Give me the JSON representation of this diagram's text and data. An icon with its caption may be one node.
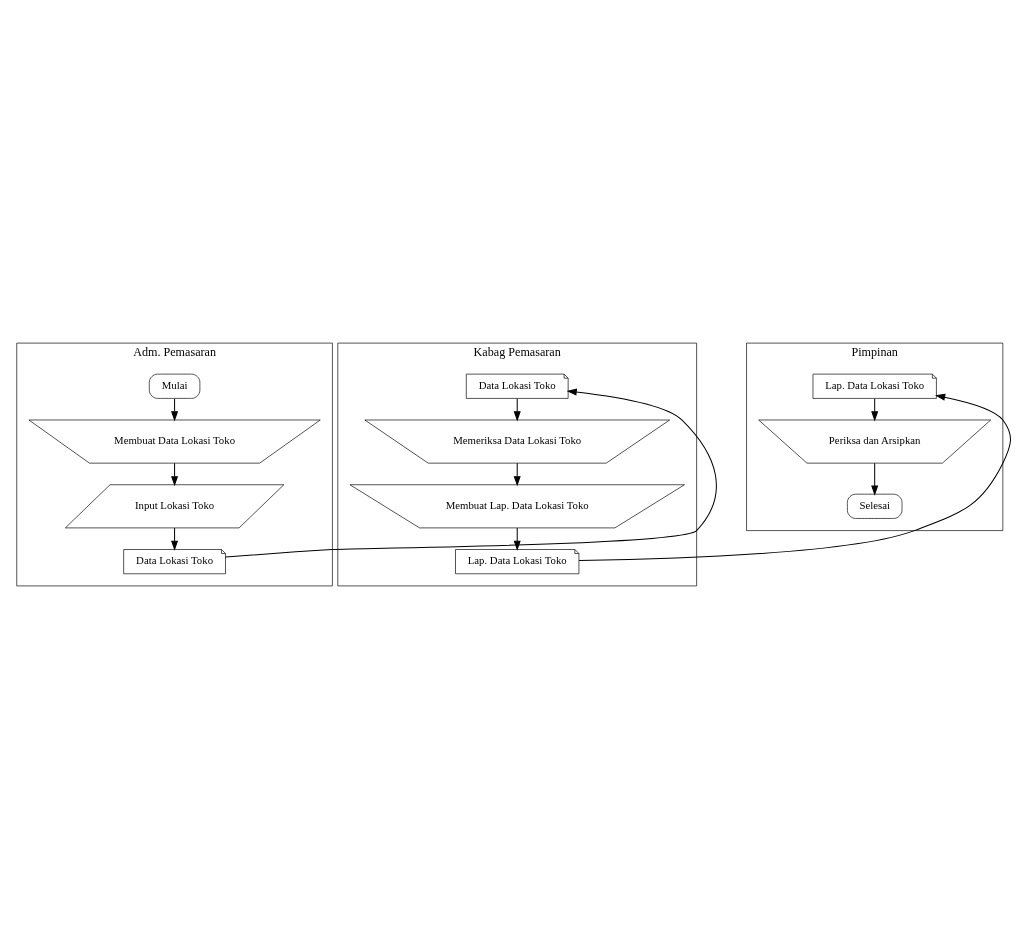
{
  "diagram": {
    "nodes": [
      {
        "text": [
          "Adm. Pemasaran"
        ]
      },
      {
        "text": [
          "Kabag Pemasaran"
        ]
      },
      {
        "text": [
          "Pimpinan"
        ]
      },
      {
        "text": [
          "Mulai"
        ],
        "in": 0
      },
      {
        "text": [
          "Membuat Data Lokasi Toko"
        ],
        "in": 0
      },
      {
        "text": [
          "Input Lokasi Toko"
        ],
        "in": 0
      },
      {
        "text": [
          "Data Lokasi Toko"
        ],
        "in": 0
      },
      {
        "text": [
          "Data Lokasi Toko"
        ],
        "in": 1
      },
      {
        "text": [
          "Memeriksa Data Lokasi Toko"
        ],
        "in": 1
      },
      {
        "text": [
          "Membuat Lap. Data Lokasi Toko"
        ],
        "in": 1
      },
      {
        "text": [
          "Lap. Data Lokasi Toko"
        ],
        "in": 1
      },
      {
        "text": [
          "Lap. Data Lokasi Toko"
        ],
        "in": 2
      },
      {
        "text": [
          "Periksa dan Arsipkan"
        ],
        "in": 2
      },
      {
        "text": [
          "Selesai"
        ],
        "in": 2
      }
    ],
    "edges": [
      {
        "from": 3,
        "to": 4,
        "arrow": "to"
      },
      {
        "from": 4,
        "to": 5,
        "arrow": "to"
      },
      {
        "from": 5,
        "to": 6,
        "arrow": "to"
      },
      {
        "from": 6,
        "to": 7,
        "arrow": "to"
      },
      {
        "from": 7,
        "to": 8,
        "arrow": "to"
      },
      {
        "from": 8,
        "to": 9,
        "arrow": "to"
      },
      {
        "from": 9,
        "to": 10,
        "arrow": "to"
      },
      {
        "from": 10,
        "to": 11,
        "arrow": "to"
      },
      {
        "from": 11,
        "to": 12,
        "arrow": "to"
      },
      {
        "from": 12,
        "to": 13,
        "arrow": "to"
      }
    ]
  }
}
